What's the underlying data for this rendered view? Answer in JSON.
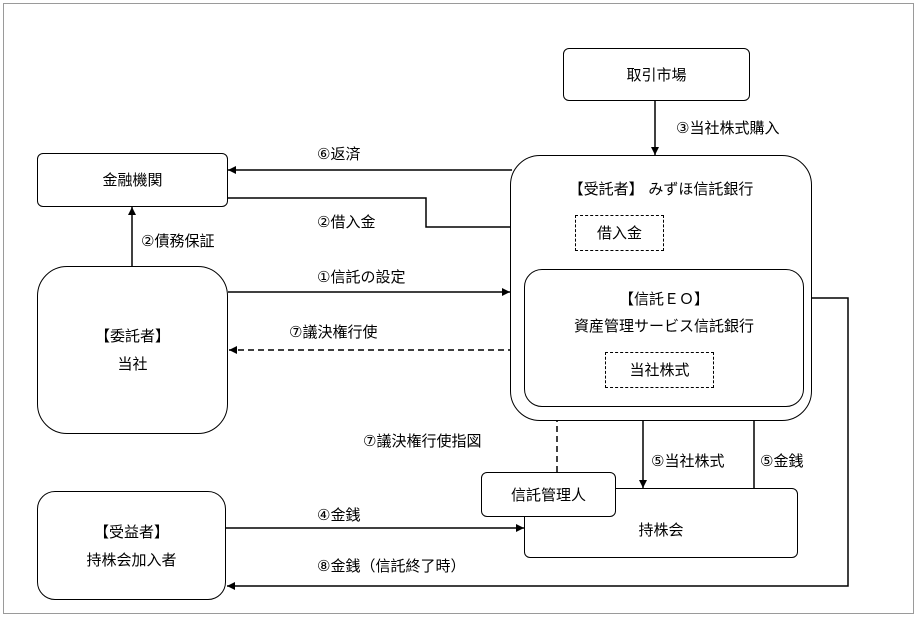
{
  "nodes": {
    "market": "取引市場",
    "bank": "金融機関",
    "trustee": "【受託者】 みずほ信託銀行",
    "loan": "借入金",
    "reTrustee": [
      "【信託ＥＯ】",
      "資産管理サービス信託銀行"
    ],
    "shares": "当社株式",
    "settlor": [
      "【委託者】",
      "当社"
    ],
    "trustManager": "信託管理人",
    "association": "持株会",
    "beneficiary": [
      "【受益者】",
      "持株会加入者"
    ]
  },
  "edges": {
    "purchase": "③当社株式購入",
    "repay": "⑥返済",
    "borrow": "②借入金",
    "guarantee": "②債務保証",
    "setup": "①信託の設定",
    "vote": "⑦議決権行使",
    "voteInstr": "⑦議決権行使指図",
    "sharesOut": "⑤当社株式",
    "cashIn": "⑤金銭",
    "cashContrib": "④金銭",
    "cashEnd": "⑧金銭（信託終了時）"
  }
}
